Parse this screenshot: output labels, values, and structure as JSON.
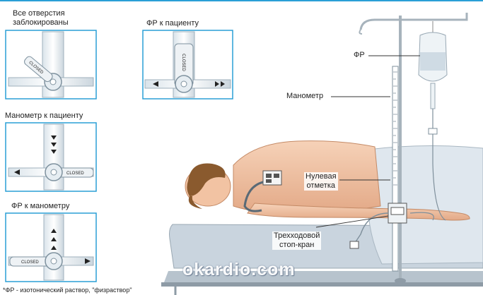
{
  "panels": [
    {
      "title": "Все отверстия\nзаблокированы",
      "stopcock_text": "CLOSED"
    },
    {
      "title": "ФР к пациенту",
      "stopcock_text": "CLOSED"
    },
    {
      "title": "Манометр к пациенту",
      "stopcock_text": "CLOSED"
    },
    {
      "title": "ФР к манометру",
      "stopcock_text": "CLOSED"
    }
  ],
  "callouts": {
    "saline": "ФР",
    "manometer": "Манометр",
    "zero_mark": "Нулевая\nотметка",
    "stopcock": "Трехходовой\nстоп-кран"
  },
  "footnote": "*ФР - изотонический раствор, \"физраствор\"",
  "watermark": "okardio.com",
  "colors": {
    "panel_border": "#2a9fd6",
    "accent_blue": "#2a9fd6",
    "skin": "#f2c3a3",
    "hair": "#8a5a2e",
    "sheet": "#dfe7ee",
    "mattress": "#c9d4de"
  }
}
